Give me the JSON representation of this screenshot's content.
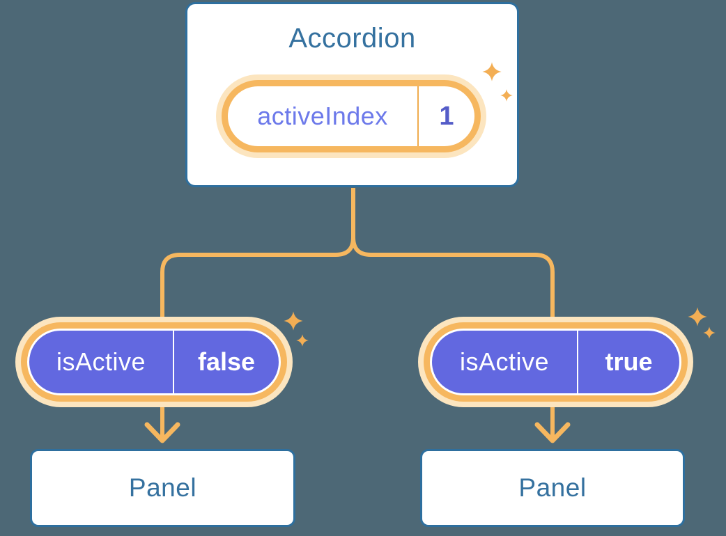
{
  "accordion": {
    "title": "Accordion",
    "pill": {
      "label": "activeIndex",
      "value": "1"
    }
  },
  "left": {
    "pill": {
      "label": "isActive",
      "value": "false"
    },
    "panel_title": "Panel"
  },
  "right": {
    "pill": {
      "label": "isActive",
      "value": "true"
    },
    "panel_title": "Panel"
  },
  "colors": {
    "background": "#4d6876",
    "node_border": "#2e6f9e",
    "node_text": "#35719f",
    "connector_line": "#f6b75f",
    "pill_halo": "#fce5bf",
    "pill_ring": "#f6b75f",
    "prop_pill_fill": "#6268e0",
    "state_label_text": "#6c79ea",
    "state_value_text": "#545cc8",
    "prop_text": "#ffffff",
    "sparkle": "#f3ae54"
  }
}
